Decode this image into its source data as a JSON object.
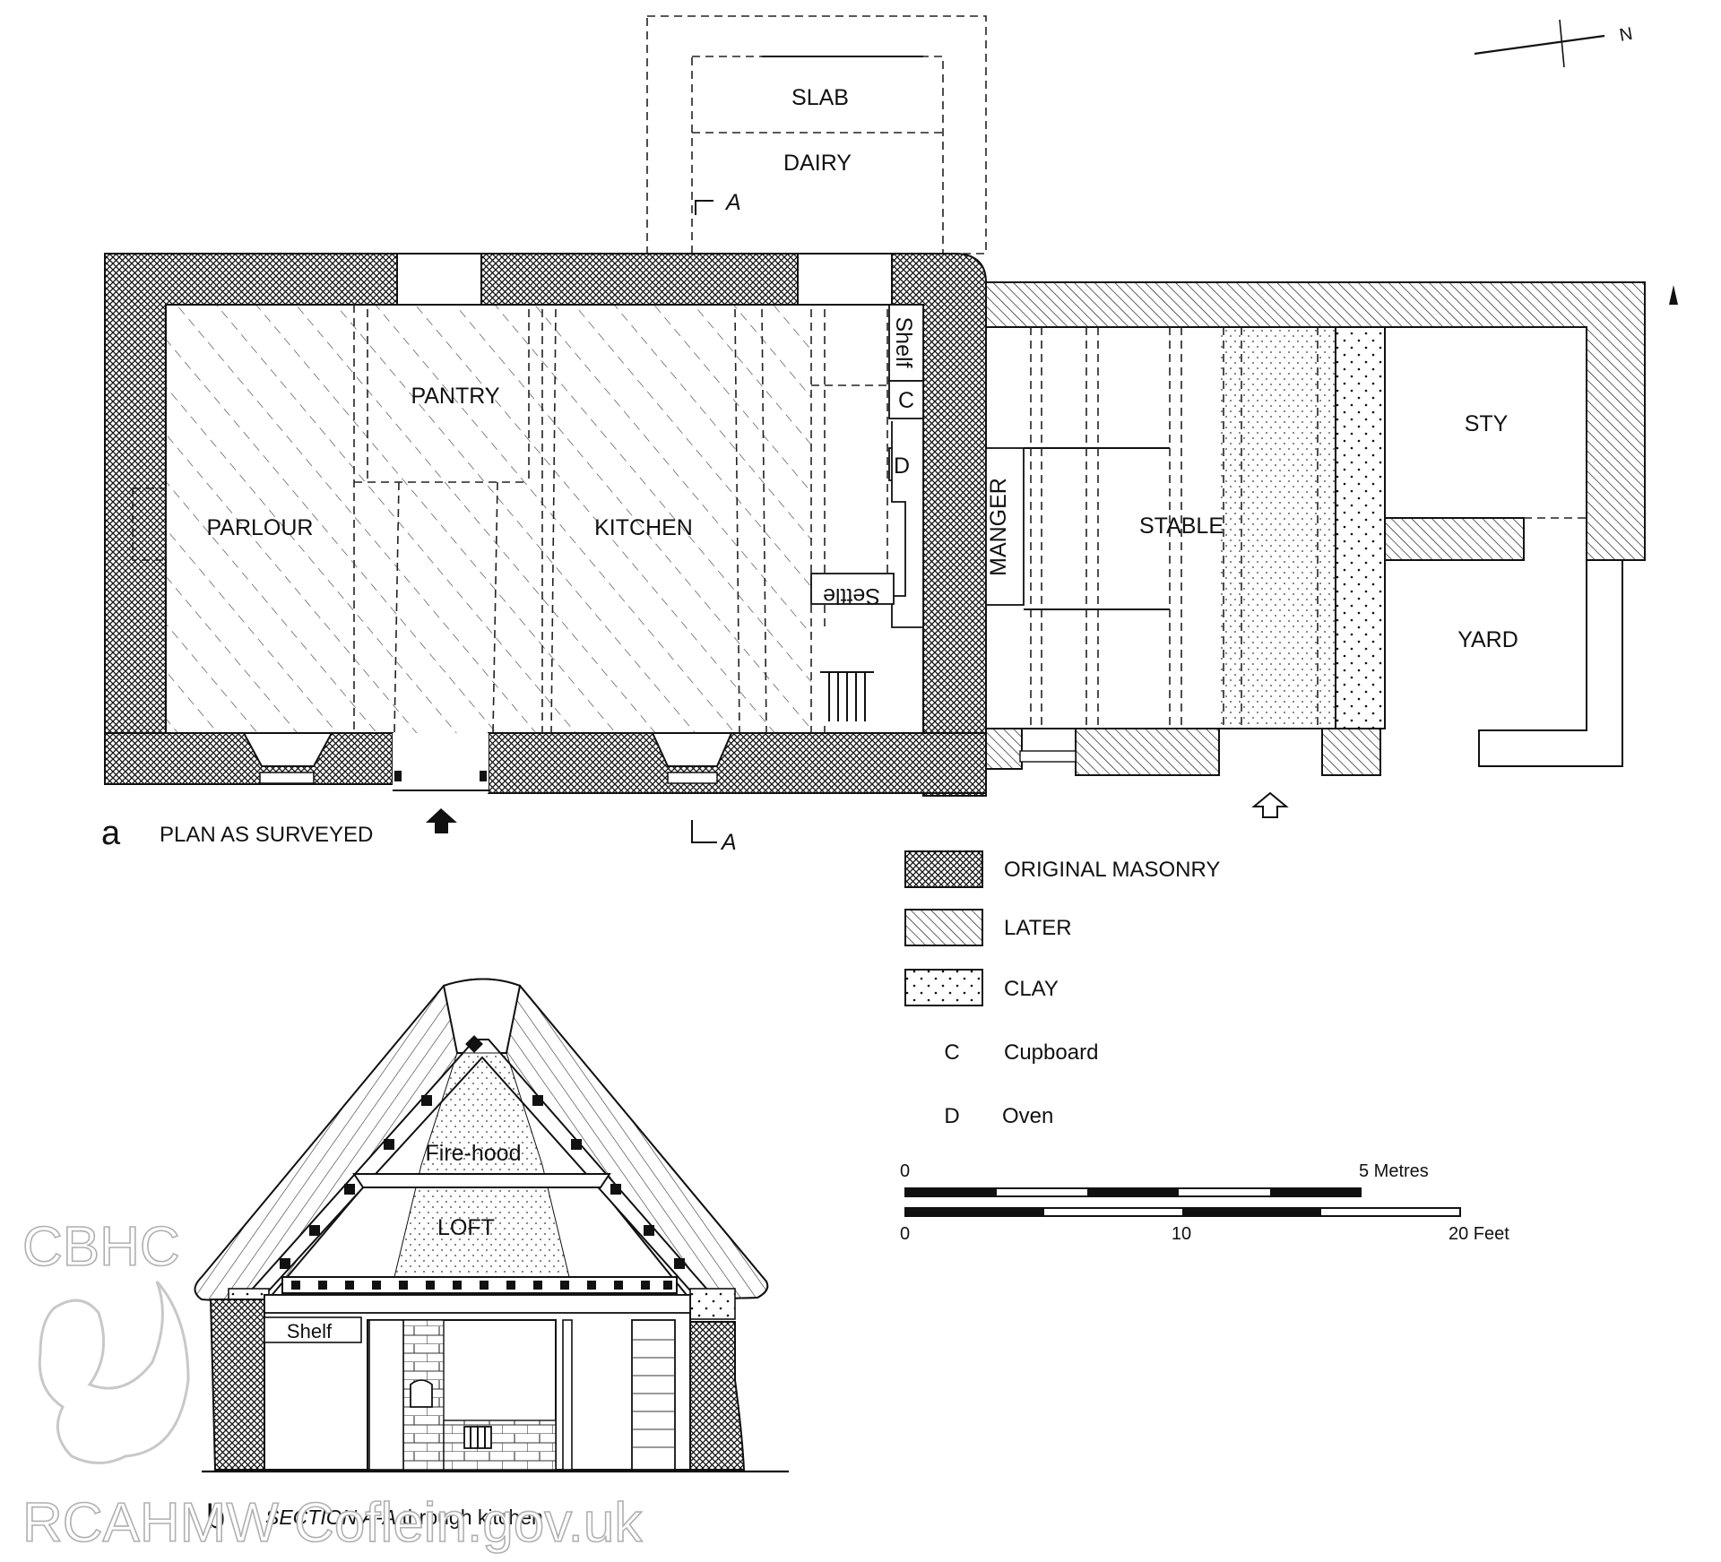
{
  "plan": {
    "letter": "a",
    "title": "PLAN AS SURVEYED",
    "section_marker": "A",
    "north": "N",
    "rooms": {
      "slab": "SLAB",
      "dairy": "DAIRY",
      "pantry": "PANTRY",
      "parlour": "PARLOUR",
      "kitchen": "KITCHEN",
      "shelf": "Shelf",
      "cupboard_code": "C",
      "oven_code": "D",
      "settle": "Settle",
      "manger": "MANGER",
      "stable": "STABLE",
      "sty": "STY",
      "yard": "YARD"
    }
  },
  "legend": {
    "original_masonry": "ORIGINAL MASONRY",
    "later": "LATER",
    "clay": "CLAY",
    "c_code": "C",
    "c_label": "Cupboard",
    "d_code": "D",
    "d_label": "Oven"
  },
  "scale": {
    "metres_start": "0",
    "metres_end": "5 Metres",
    "feet_start": "0",
    "feet_mid": "10",
    "feet_end": "20 Feet"
  },
  "section": {
    "letter": "b",
    "title_italic": "SECTION A-A",
    "title_rest": " through kitchen",
    "firehood": "Fire-hood",
    "loft": "LOFT",
    "shelf": "Shelf"
  },
  "watermark": {
    "top": "CBHC",
    "bottom": "RCAHMW Coflein.gov.uk"
  }
}
